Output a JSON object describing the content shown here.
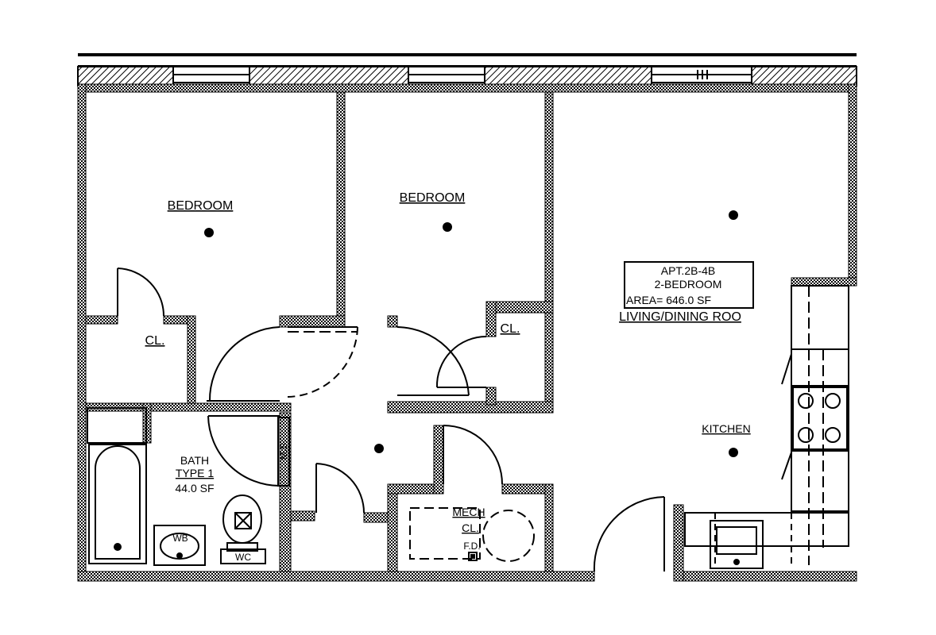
{
  "plan": {
    "rooms": {
      "bedroom_1": "BEDROOM",
      "bedroom_2": "BEDROOM",
      "closet_1": "CL.",
      "closet_2": "CL.",
      "bath_name": "BATH",
      "bath_type": "TYPE 1",
      "bath_area": "44.0 SF",
      "mech": "MECH",
      "mech_cl": "CL.",
      "mech_fd": "F.D.",
      "kitchen": "KITCHEN",
      "living": "LIVING/DINING ROO",
      "ms": "M.S.",
      "wb": "WB",
      "wc": "WC"
    },
    "unit": {
      "apt": "APT.2B-4B",
      "type": "2-BEDROOM",
      "area": "AREA=  646.0 SF"
    }
  }
}
